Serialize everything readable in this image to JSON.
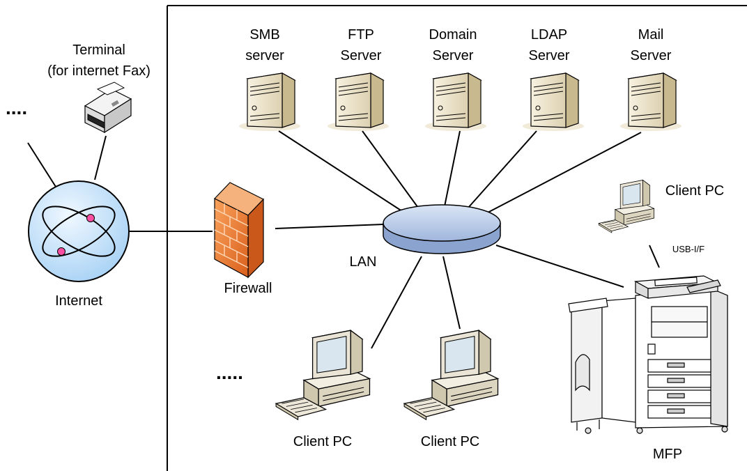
{
  "labels": {
    "terminal_line1": "Terminal",
    "terminal_line2": "(for internet Fax)",
    "left_dots": "....",
    "internet": "Internet",
    "firewall": "Firewall",
    "lan": "LAN",
    "usb": "USB-I/F",
    "mfp": "MFP",
    "bottom_dots": ".....",
    "client_pc_right": "Client PC",
    "client_pc_bottom_1": "Client PC",
    "client_pc_bottom_2": "Client PC"
  },
  "servers": [
    {
      "line1": "SMB",
      "line2": "server"
    },
    {
      "line1": "FTP",
      "line2": "Server"
    },
    {
      "line1": "Domain",
      "line2": "Server"
    },
    {
      "line1": "LDAP",
      "line2": "Server"
    },
    {
      "line1": "Mail",
      "line2": "Server"
    }
  ],
  "colors": {
    "lan_disk": "#b7c9e6",
    "firewall": "#f07c2e",
    "globe": "#cfe6fb",
    "server_body": "#efe6cf",
    "server_side": "#cdbf99",
    "monitor": "#e9e4d6"
  }
}
